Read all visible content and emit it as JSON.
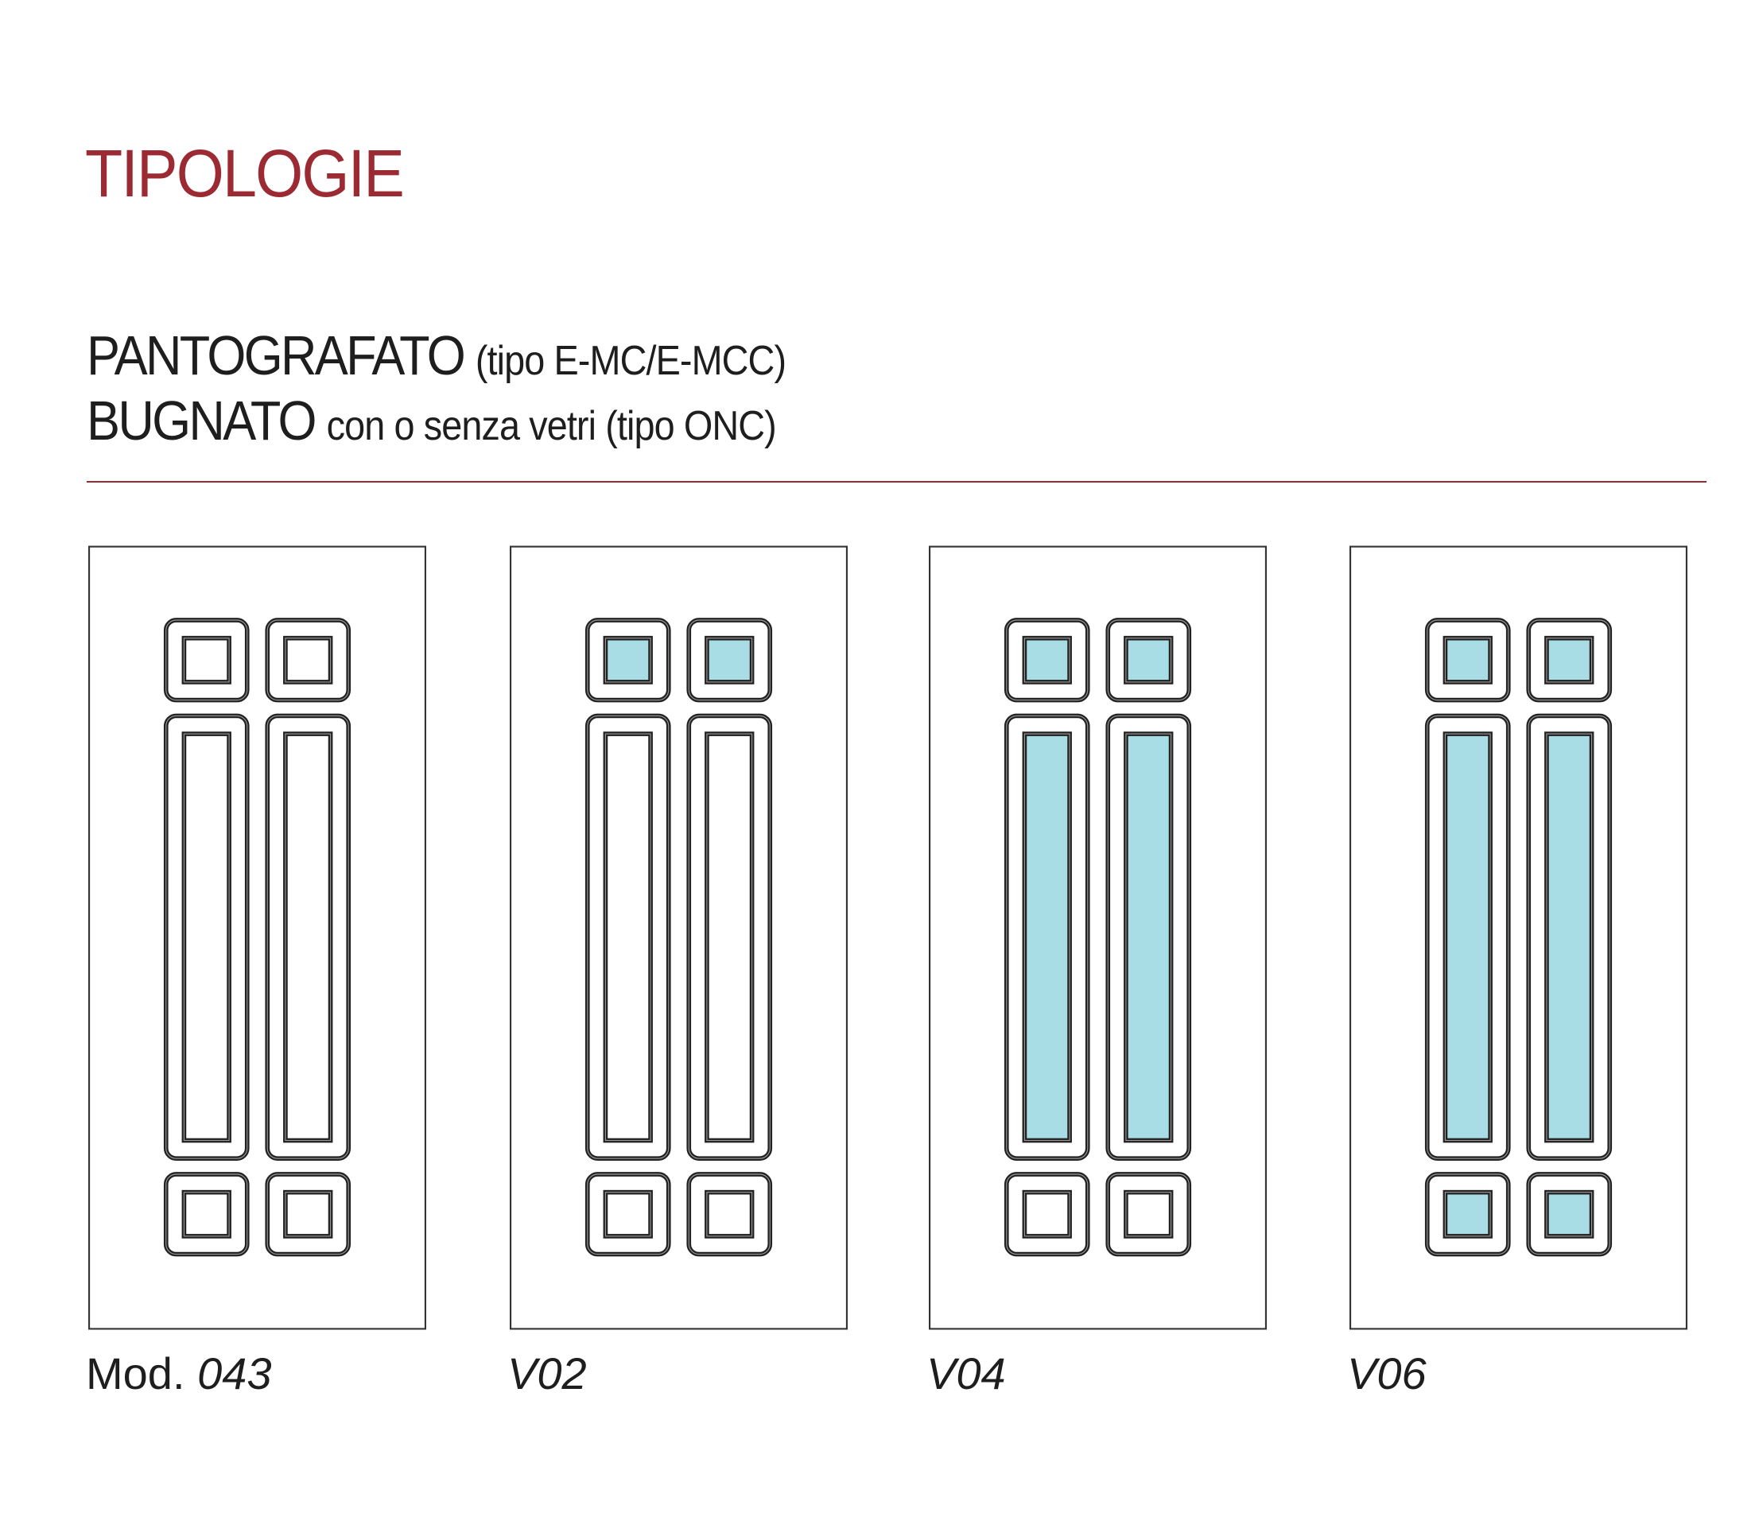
{
  "title": "TIPOLOGIE",
  "subtitle": {
    "line1_main": "PANTOGRAFATO",
    "line1_note": "(tipo E-MC/E-MCC)",
    "line2_main": "BUGNATO",
    "line2_note": "con o senza vetri (tipo ONC)"
  },
  "colors": {
    "accent": "#9b2a33",
    "glass": "#a8dde6",
    "line": "#222222"
  },
  "doors": [
    {
      "prefix": "Mod. ",
      "code": "043",
      "glass": {
        "top": false,
        "middle": false,
        "bottom": false
      }
    },
    {
      "prefix": "",
      "code": "V02",
      "glass": {
        "top": true,
        "middle": false,
        "bottom": false
      }
    },
    {
      "prefix": "",
      "code": "V04",
      "glass": {
        "top": true,
        "middle": true,
        "bottom": false
      }
    },
    {
      "prefix": "",
      "code": "V06",
      "glass": {
        "top": true,
        "middle": true,
        "bottom": true
      }
    }
  ]
}
